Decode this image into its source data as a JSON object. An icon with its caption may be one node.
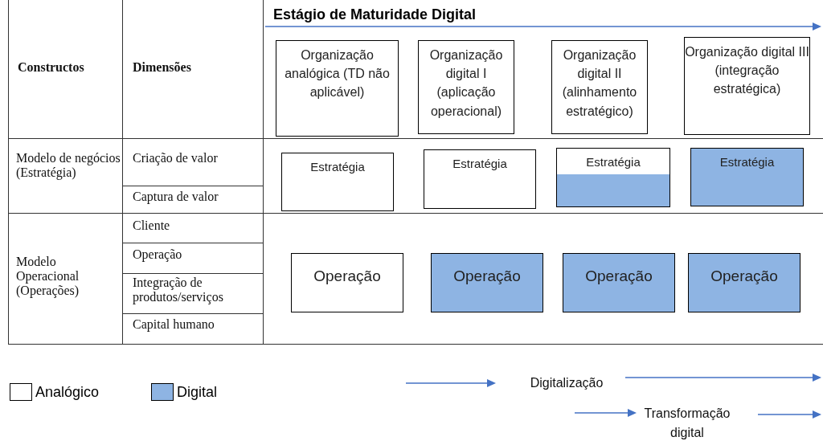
{
  "diagram": {
    "title": "Estágio de Maturidade Digital",
    "nodes": [
      {
        "text": [
          "Organização analógica (TD não aplicável)"
        ]
      },
      {
        "text": [
          "Organização digital I (aplicação operacional)"
        ]
      },
      {
        "text": [
          "Organização digital II (alinhamento estratégico)"
        ]
      },
      {
        "text": [
          "Organização digital III (integração estratégica)"
        ]
      },
      {
        "text": [
          "Estratégia"
        ]
      },
      {
        "text": [
          "Estratégia"
        ]
      },
      {
        "text": [
          "Estratégia"
        ]
      },
      {
        "text": [
          "Estratégia"
        ]
      },
      {
        "text": [
          "Operação"
        ]
      },
      {
        "text": [
          "Operação"
        ]
      },
      {
        "text": [
          "Operação"
        ]
      },
      {
        "text": [
          "Operação"
        ]
      }
    ],
    "labels": [
      "Constructos",
      "Dimensões",
      "Modelo de negócios (Estratégia)",
      "Criação de valor",
      "Captura de valor",
      "Modelo Operacional (Operações)",
      "Cliente",
      "Operação",
      "Integração de produtos/serviços",
      "Capital humano",
      "Digitalização",
      "Transformação digital"
    ],
    "legend": [
      {
        "text": "Analógico",
        "color": "#ffffff"
      },
      {
        "text": "Digital",
        "color": "#8eb4e3"
      }
    ]
  }
}
